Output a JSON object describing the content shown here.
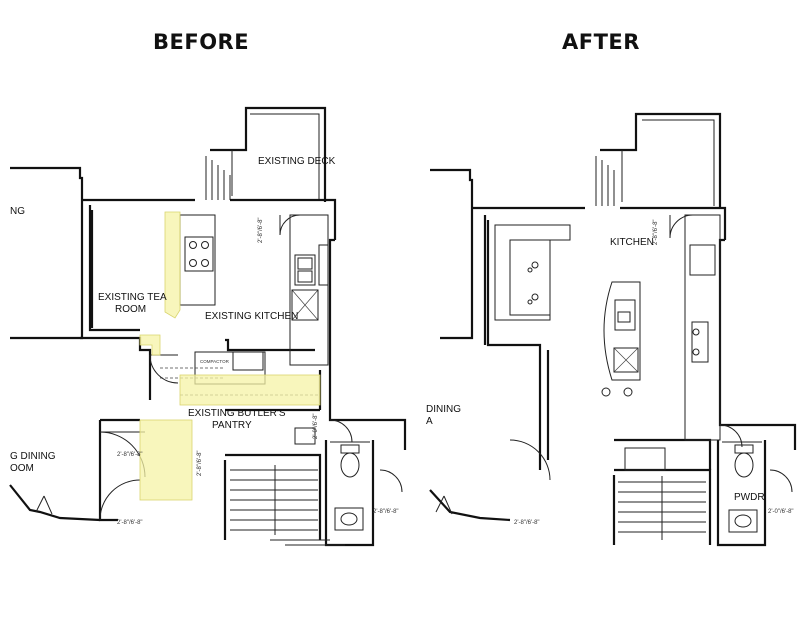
{
  "headings": {
    "before": "BEFORE",
    "after": "AFTER"
  },
  "before_plan": {
    "labels": {
      "deck": "EXISTING DECK",
      "tea_room_1": "EXISTING TEA",
      "tea_room_2": "ROOM",
      "kitchen": "EXISTING KITCHEN",
      "pantry_1": "EXISTING BUTLER'S",
      "pantry_2": "PANTRY",
      "dining_1": "G DINING",
      "dining_2": "OOM",
      "partial_left": "NG",
      "compactor": "COMPACTOR"
    },
    "dimensions": {
      "d1": "2'-8\"/6'-8\"",
      "d2": "2'-8\"/6'-8\"",
      "d3": "2'-8\"/6'-8\"",
      "d4": "2'-8\"/6'-8\"",
      "d5": "2'-8\"/6'-8\"",
      "d6": "2'-0\"/6'-8\""
    },
    "highlight_color": "#f6f3a6"
  },
  "after_plan": {
    "labels": {
      "kitchen": "KITCHEN",
      "pwdr": "PWDR",
      "dining_1": "DINING",
      "dining_2": "A"
    },
    "dimensions": {
      "d1": "2'-8\"/6'-8\"",
      "d2": "2'-8\"/6'-8\"",
      "d3": "2'-0\"/6'-8\""
    }
  }
}
